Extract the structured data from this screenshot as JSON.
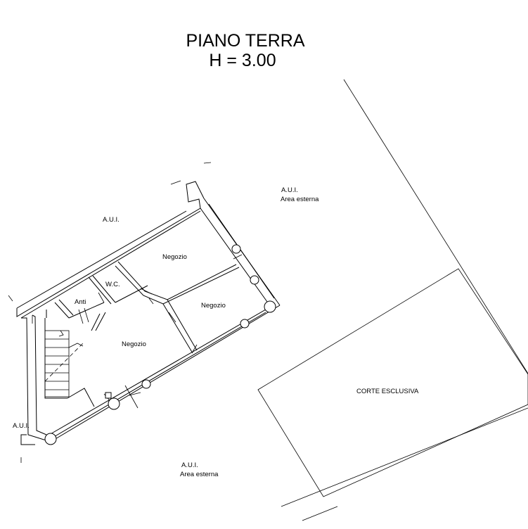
{
  "title": {
    "line1": "PIANO TERRA",
    "line2": "H = 3.00"
  },
  "labels": {
    "aui_top_left": "A.U.I.",
    "aui_top_right": "A.U.I.",
    "area_esterna_top_right": "Area esterna",
    "negozio_upper": "Negozio",
    "negozio_right": "Negozio",
    "negozio_lower": "Negozio",
    "wc": "W.C.",
    "anti": "Anti",
    "aui_left": "A.U.I.",
    "aui_bottom": "A.U.I.",
    "area_esterna_bottom": "Area esterna",
    "corte_esclusiva": "CORTE ESCLUSIVA"
  }
}
